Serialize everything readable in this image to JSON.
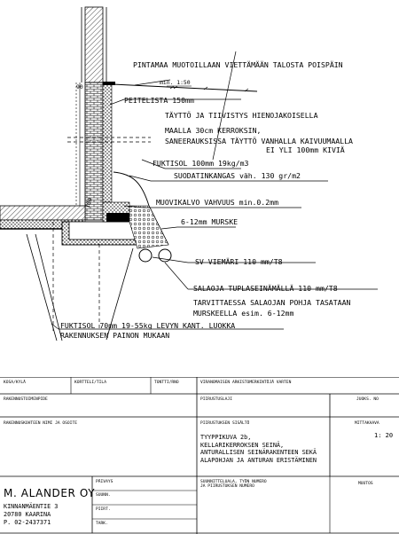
{
  "drawing": {
    "labels": {
      "surface": "PINTAMAA MUOTOILLAAN VIETTÄMÄÄN TALOSTA POISPÄIN",
      "slope": "min. 1:50",
      "cover_strip": "PEITELISTA 150mm",
      "backfill_1": "TÄYTTÖ JA TIIVISTYS HIENOJAKOISELLA",
      "backfill_2": "MAALLA 30cm KERROKSIN,",
      "backfill_3": "SANEERAUKSISSA TÄYTTÖ VANHALLA KAIVUUMAALLA",
      "backfill_4": "EI YLI 100mm KIVIÄ",
      "fuktisol": "FUKTISOL 100mm  19kg/m3",
      "filter_fabric": "SUODATINKANGAS väh. 130 gr/m2",
      "plastic": "MUOVIKALVO VAHVUUS min.0.2mm",
      "gravel": "6-12mm MURSKE",
      "sewer": "SV VIEMÄRI 110 mm/T8",
      "drain": "SALAOJA TUPLASEINÄMÄLLÄ 110 mm/T8",
      "drain_note_1": "TARVITTAESSA SALAOJAN POHJA TASATAAN",
      "drain_note_2": "MURSKEELLA esim. 6-12mm",
      "slab_insulation_1": "FUKTISOL 70mm 19-55kg LEVYN KANT. LUOKKA",
      "slab_insulation_2": "RAKENNUKSEN PAINON MUKAAN",
      "dim_left": "90",
      "dim_footing": "100"
    }
  },
  "title_block": {
    "row1": {
      "kosa": "KOSA/KYLÄ",
      "kortteli": "KORTTELI/TILA",
      "tontti": "TONTTI/RNO",
      "viranomainen": "VIRANOMAISEN ARKISTOMERKINTÖJÄ VARTEN"
    },
    "row2": {
      "rakennustoimenpide": "RAKENNUSTOIMENPIDE",
      "piirustuslaji": "PIIRUSTUSLAJI",
      "juoks": "JUOKS. NO"
    },
    "row3": {
      "kohde": "RAKENNUSKOHTEEN NIMI JA OSOITE",
      "sisalto": "PIIRUSTUKSEN SISÄLTÖ",
      "mittakaava": "MITTAKAAVA",
      "scale": "1: 20",
      "desc_1": "TYYPPIKUVA 2b,",
      "desc_2": "KELLARIKERROKSEN SEINÄ,",
      "desc_3": "ANTURALLISEN SEINÄRAKENTEEN SEKÄ",
      "desc_4": "ALAPOHJAN  JA ANTURAN ERISTÄMINEN"
    },
    "row4": {
      "paivays": "PÄIVAYS",
      "suunn": "SUUNN.",
      "piirt": "PIIRT.",
      "tark": "TARK.",
      "suunnitteluala_1": "SUUNNITTELUALA, TYÖN NUMERO",
      "suunnitteluala_2": "JA PIIRUSTUKSEN NUMERO",
      "muutos": "MUUTOS"
    },
    "firm": {
      "name": "M. ALANDER OY",
      "address_1": "KINNANMÄENTIE 3",
      "address_2": "20780 KAARINA",
      "phone": "P. 02-2437371"
    }
  }
}
